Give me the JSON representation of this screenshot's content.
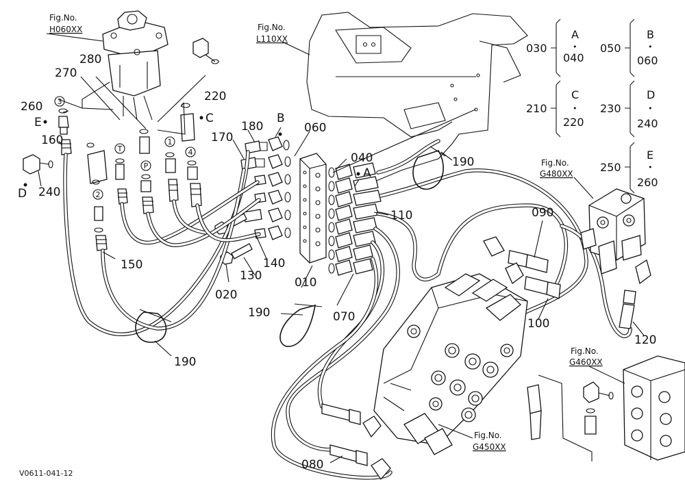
{
  "figure_refs": [
    {
      "id": "h060",
      "line1": "Fig.No.",
      "line2": "H060XX"
    },
    {
      "id": "l110",
      "line1": "Fig.No.",
      "line2": "L110XX"
    },
    {
      "id": "g480",
      "line1": "Fig.No.",
      "line2": "G480XX"
    },
    {
      "id": "g460",
      "line1": "Fig.No.",
      "line2": "G460XX"
    },
    {
      "id": "g450",
      "line1": "Fig.No.",
      "line2": "G450XX"
    }
  ],
  "part_numbers": [
    "010",
    "020",
    "040",
    "060",
    "070",
    "080",
    "090",
    "100",
    "110",
    "120",
    "130",
    "140",
    "150",
    "160",
    "170",
    "180",
    "190",
    "220",
    "240",
    "260",
    "270",
    "280"
  ],
  "repeat_190": [
    "190",
    "190"
  ],
  "connection_letters": [
    "A",
    "B",
    "C",
    "D",
    "E"
  ],
  "port_marks": [
    "3",
    "2",
    "T",
    "P",
    "1",
    "4"
  ],
  "legend": [
    {
      "left": "030",
      "letter": "A",
      "right": "040"
    },
    {
      "left": "050",
      "letter": "B",
      "right": "060"
    },
    {
      "left": "210",
      "letter": "C",
      "right": "220"
    },
    {
      "left": "230",
      "letter": "D",
      "right": "240"
    },
    {
      "left": "250",
      "letter": "E",
      "right": "260"
    }
  ],
  "legend_dot": "•",
  "drawing_code": "V0611-041-12"
}
